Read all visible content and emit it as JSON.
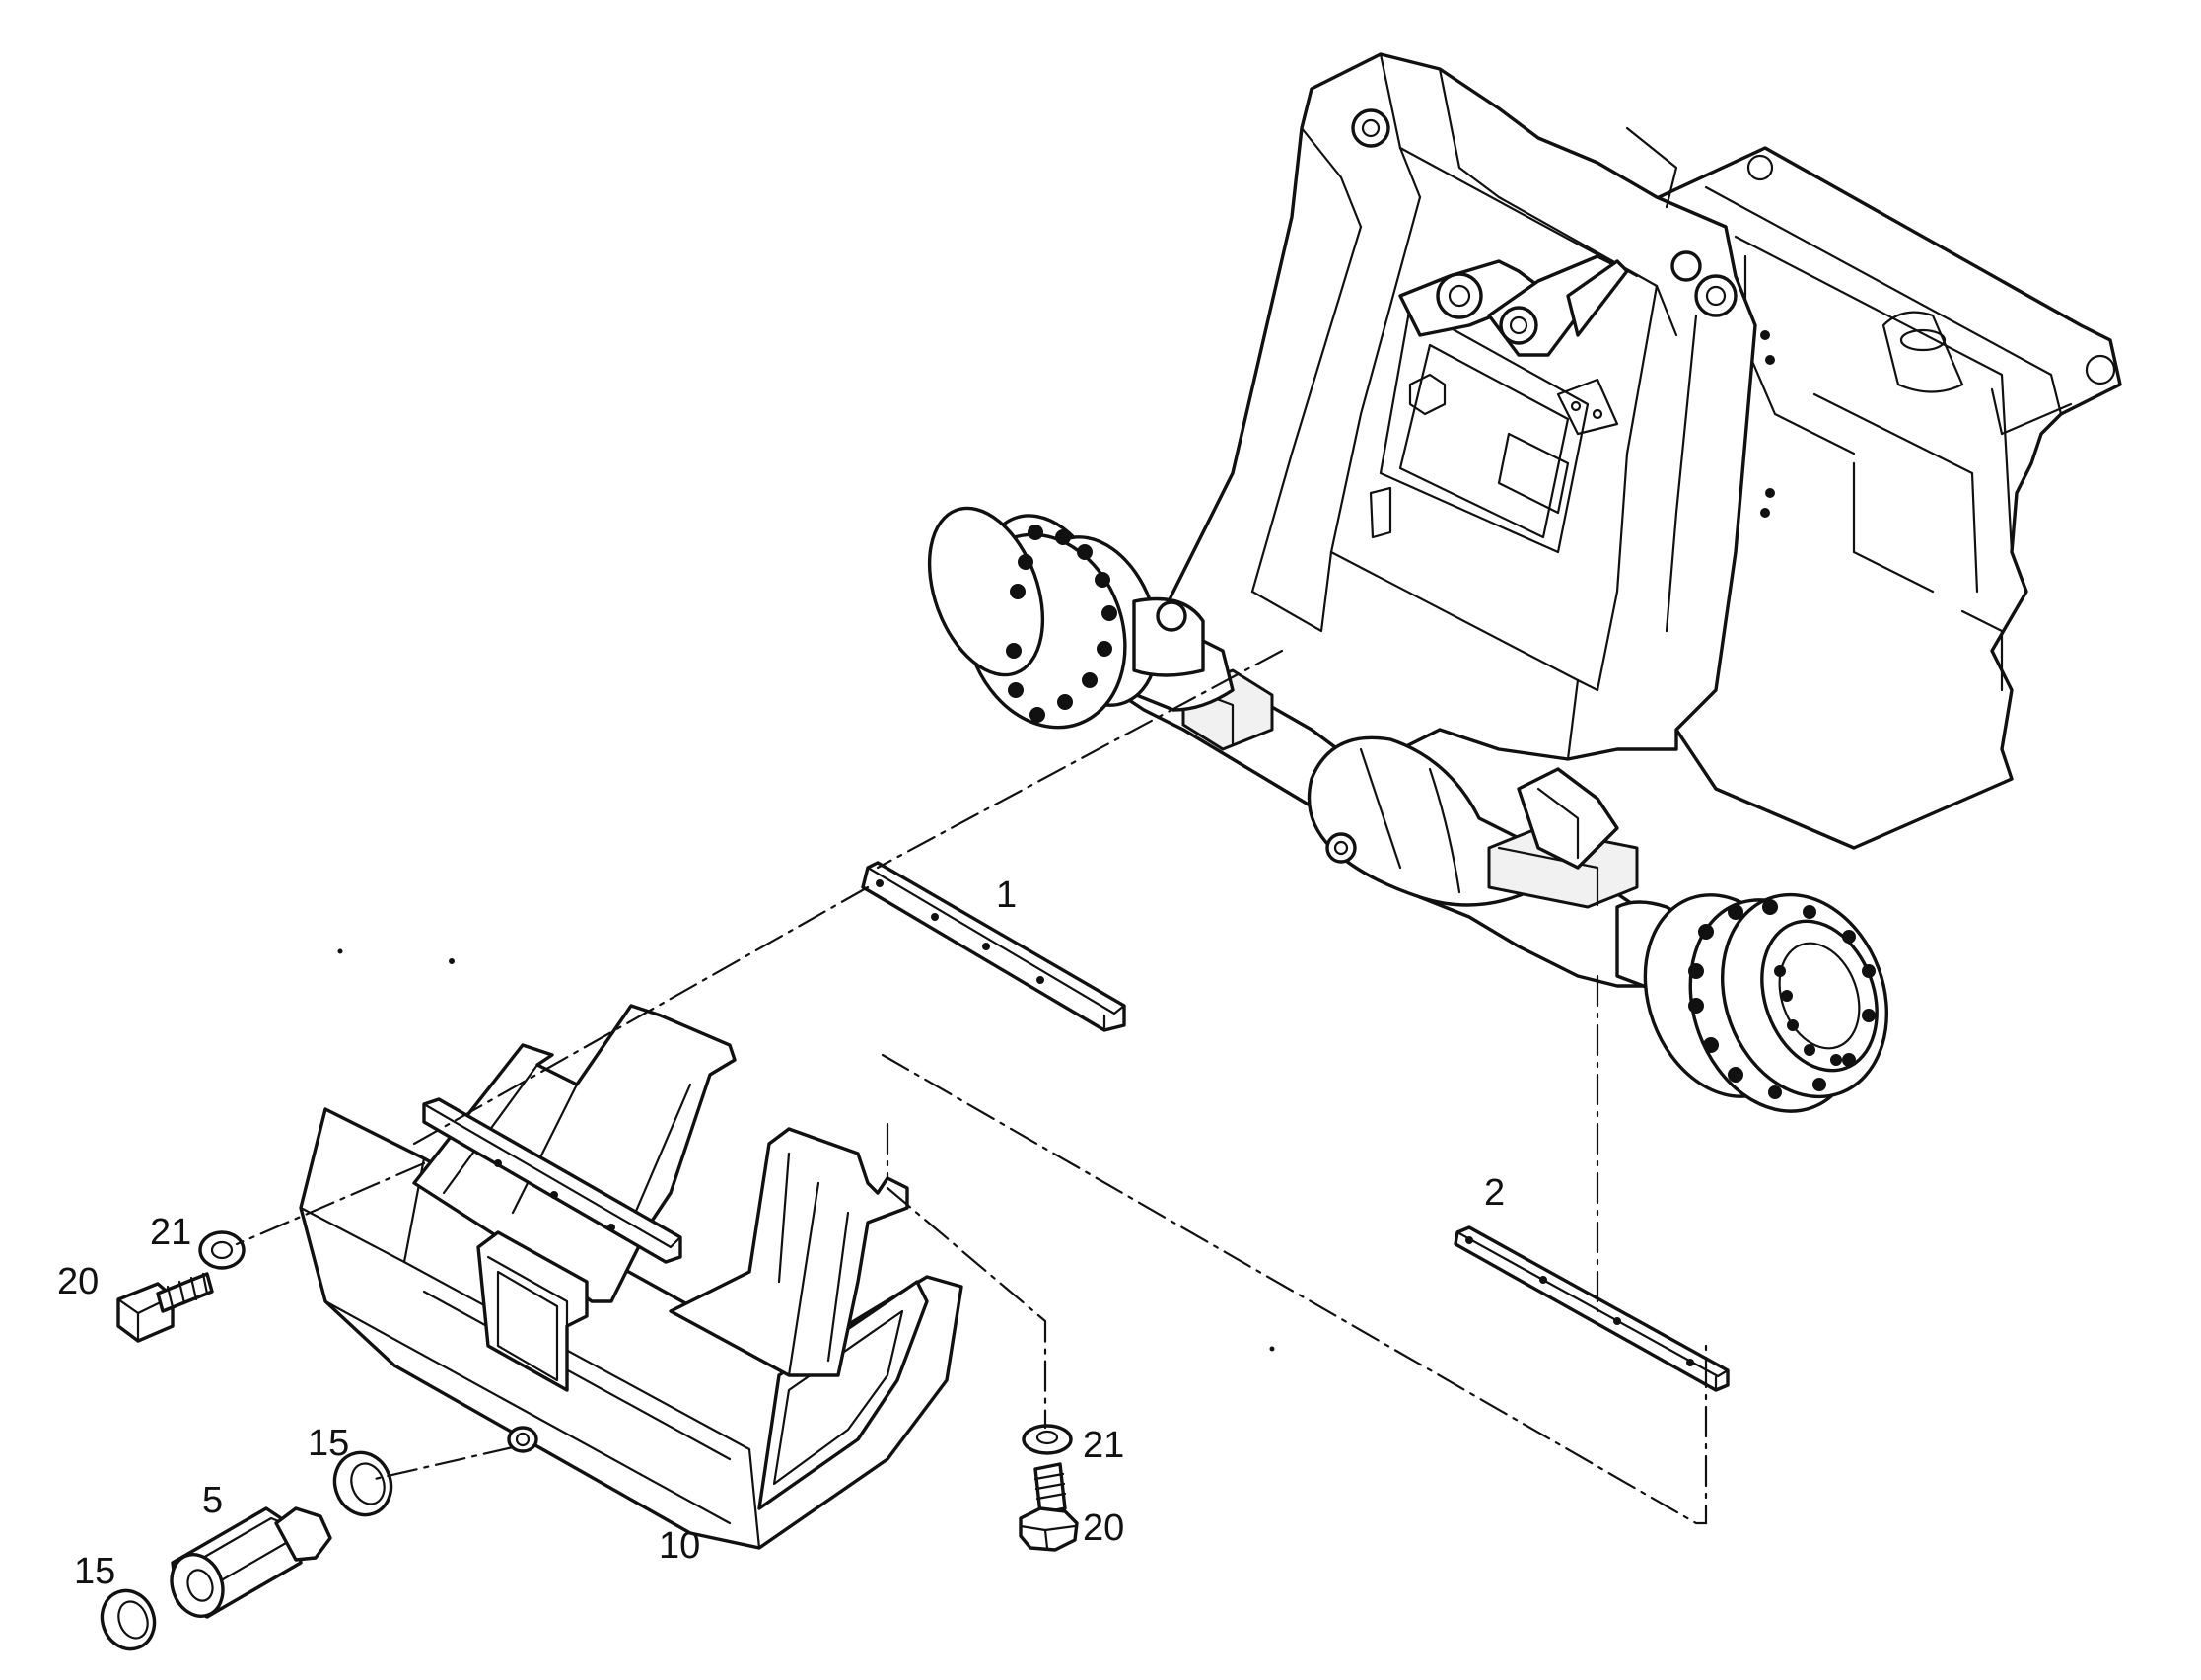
{
  "callouts": {
    "c1": "1",
    "c2": "2",
    "c5": "5",
    "c10": "10",
    "c15a": "15",
    "c15b": "15",
    "c20a": "20",
    "c20b": "20",
    "c21a": "21",
    "c21b": "21"
  },
  "colors": {
    "ink": "#111111",
    "paper": "#ffffff"
  }
}
